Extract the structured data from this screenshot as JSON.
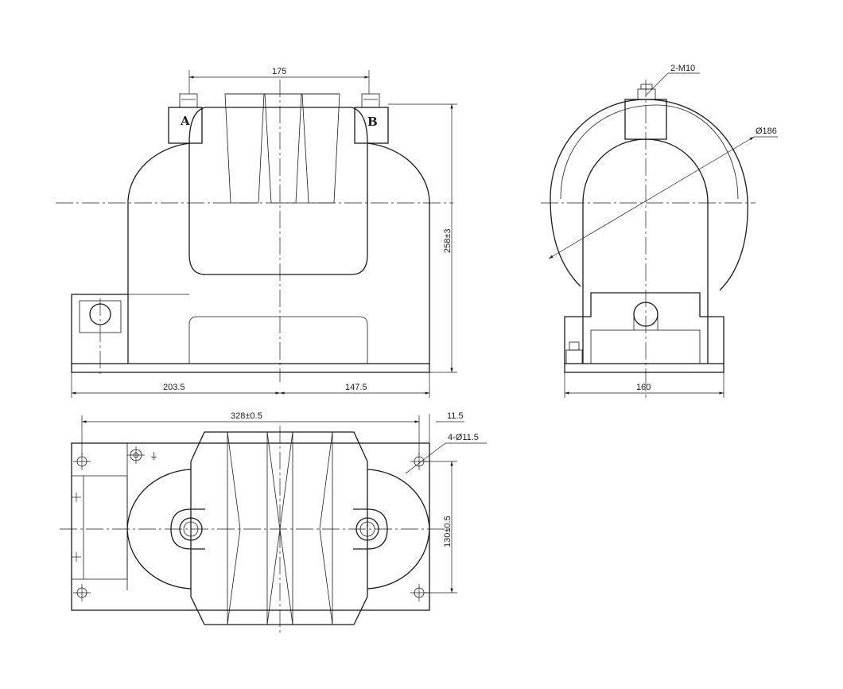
{
  "terminals": {
    "a": "A",
    "b": "B"
  },
  "dimensions": {
    "top_width": "175",
    "height": "258±3",
    "left_length": "203.5",
    "right_length": "147.5",
    "side_width": "160",
    "diameter": "Ø186",
    "terminal_bolt": "2-M10",
    "total_length": "328±0.5",
    "edge_offset": "11.5",
    "holes": "4-Ø11.5",
    "hole_spacing": "130±0.5"
  },
  "symbols": {
    "ground": "⏚"
  }
}
